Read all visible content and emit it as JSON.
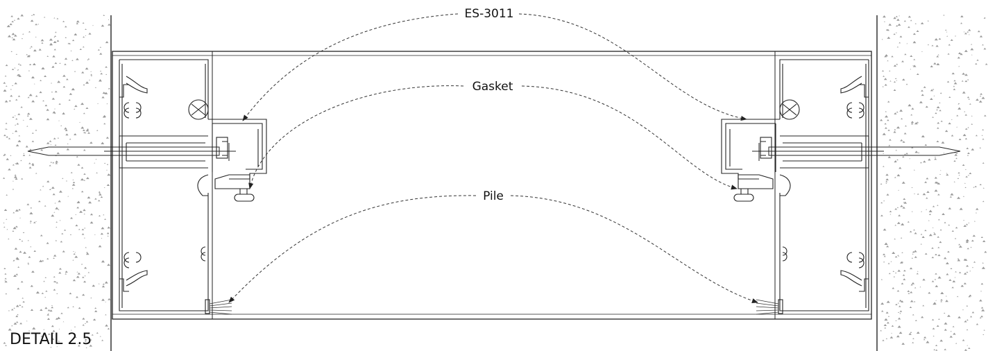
{
  "detail_title": "DETAIL 2.5",
  "callouts": {
    "es": "ES-3011",
    "gasket": "Gasket",
    "pile": "Pile"
  },
  "colors": {
    "line": "#222222",
    "concrete_speckle": "#9a9a9a",
    "leader": "#333333"
  }
}
